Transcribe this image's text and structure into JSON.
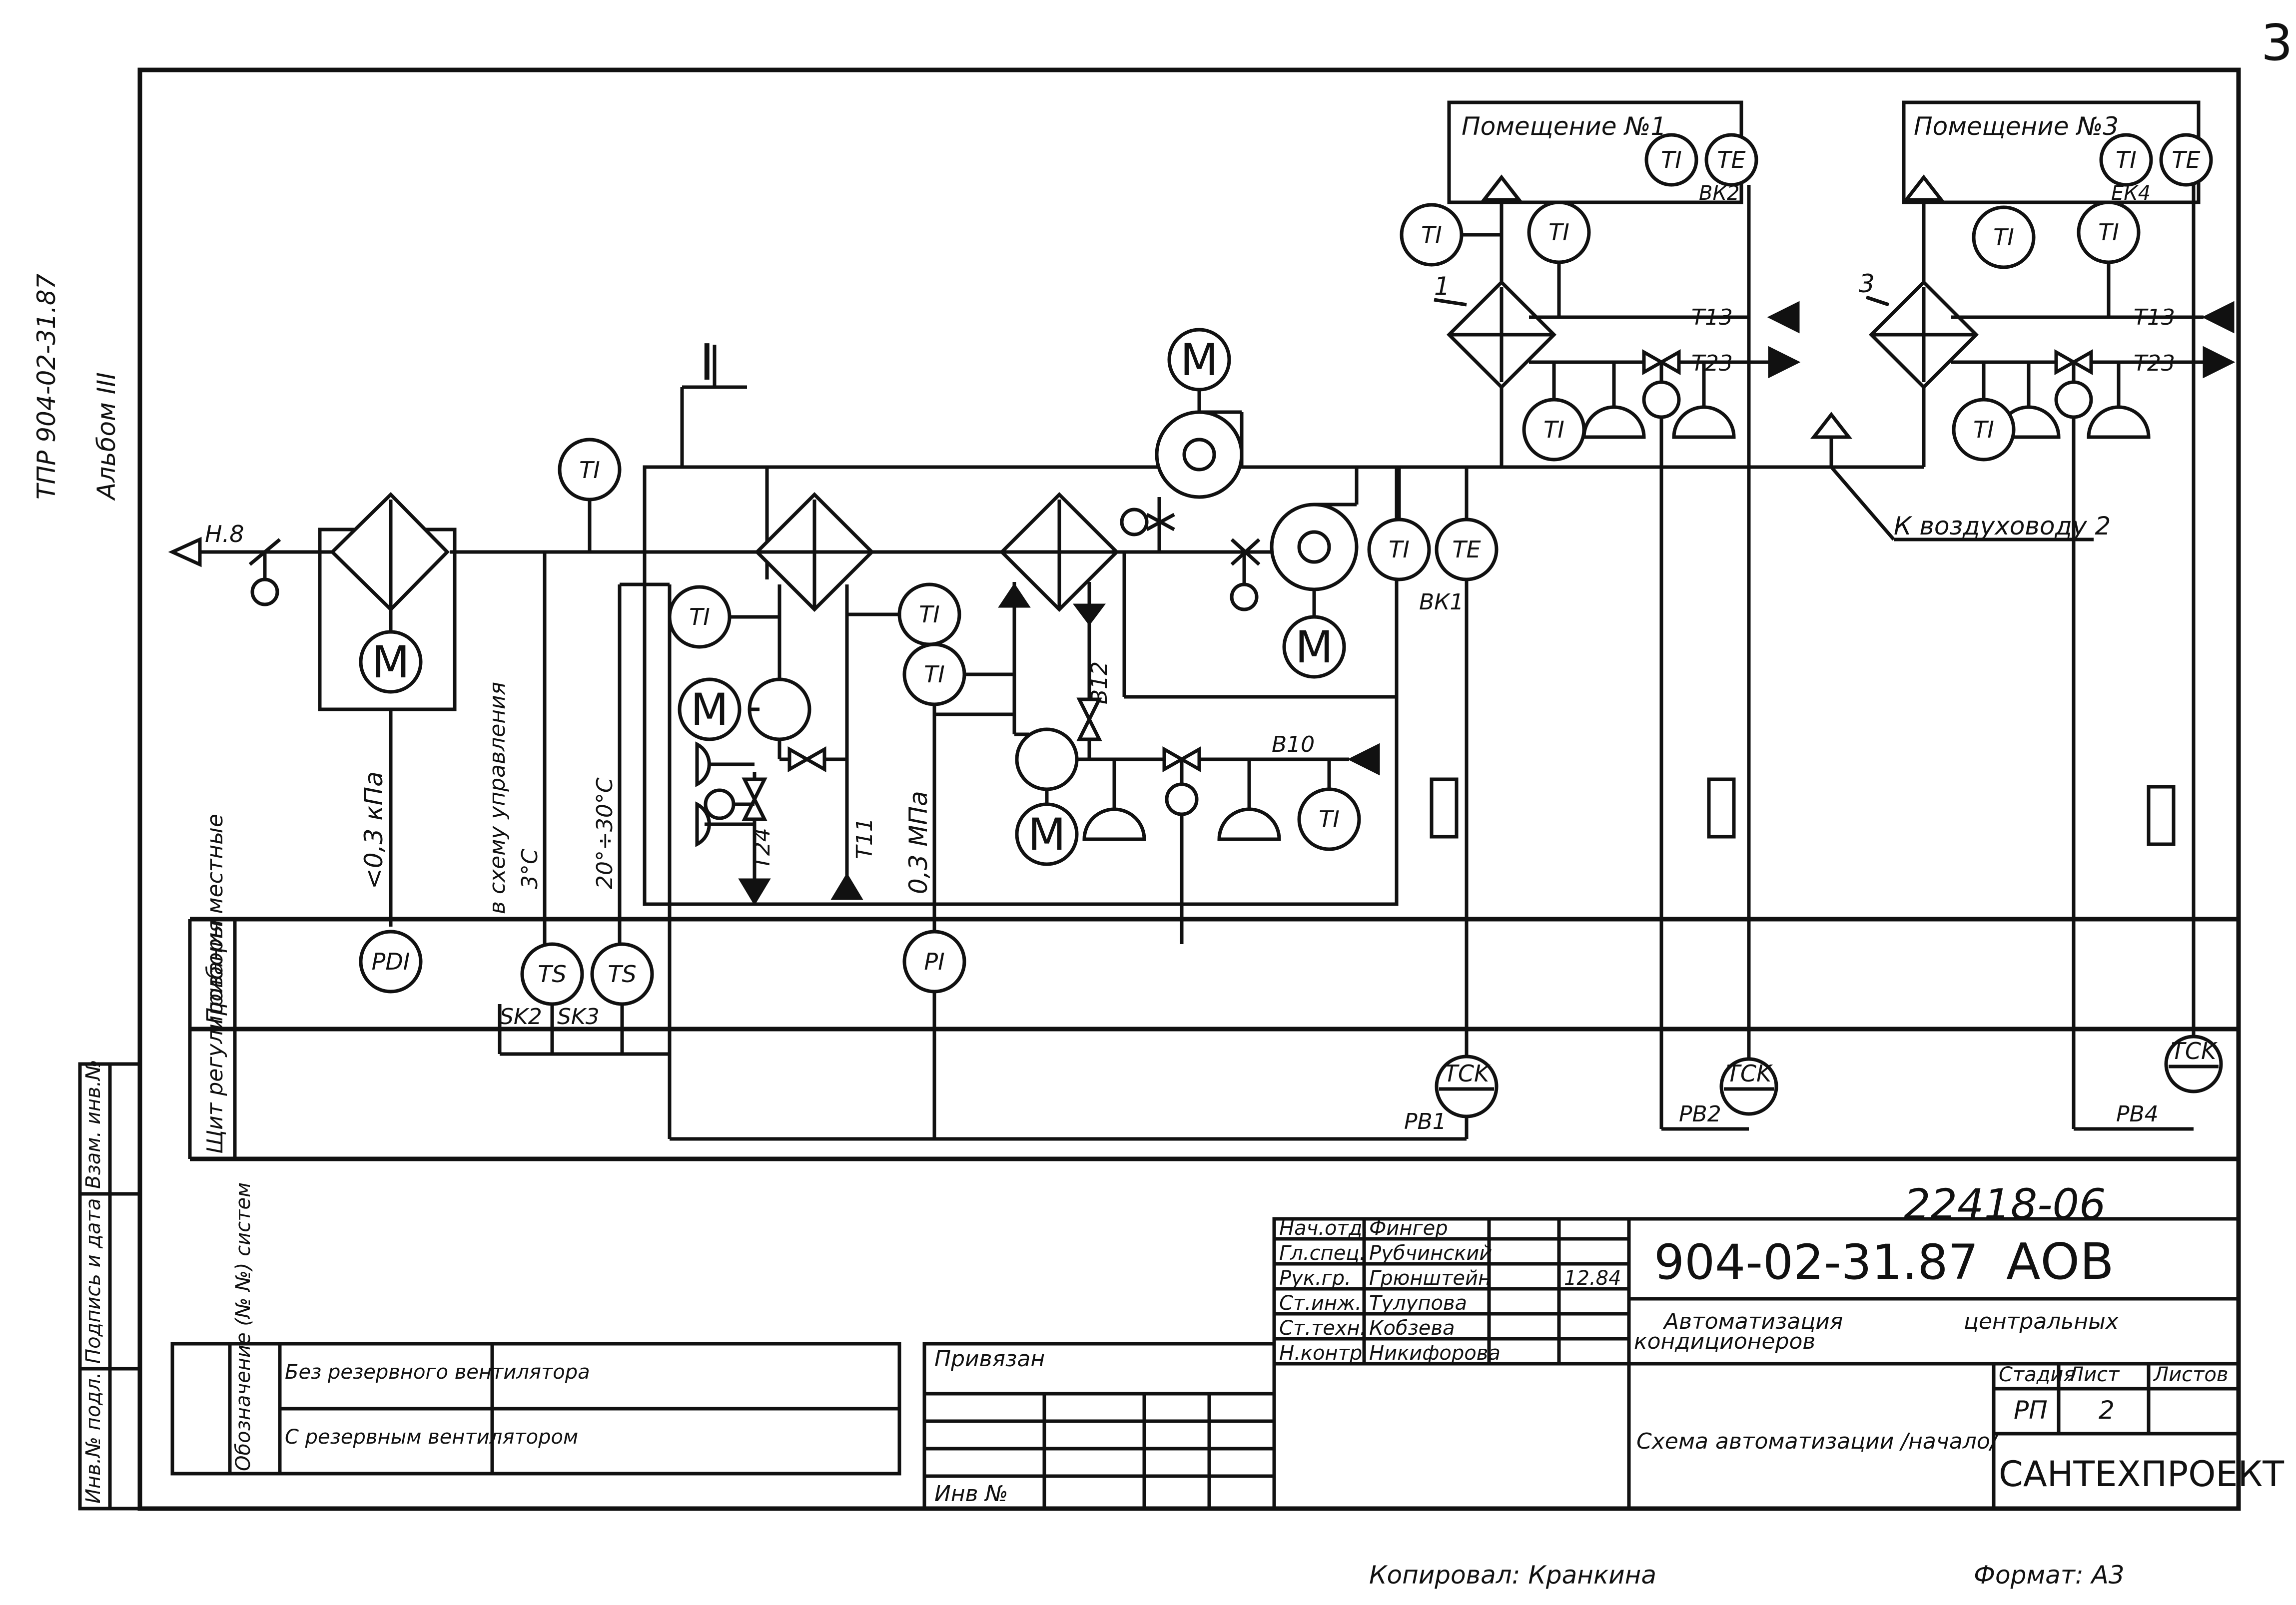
{
  "sheet_number": "3",
  "side_labels": {
    "project_code": "ТПР 904-02-31.87",
    "album": "Альбом III"
  },
  "room_1": {
    "label": "Помещение №1",
    "sensor_code": "ВК2"
  },
  "room_3": {
    "label": "Помещение №3",
    "sensor_code": "ЕК4"
  },
  "instrument_labels": {
    "ti": "TI",
    "te": "TE",
    "pdi": "PDI",
    "ts": "TS",
    "pi": "PI",
    "tck": "TCK",
    "motor": "M"
  },
  "scheme_labels": {
    "section_mark": "I",
    "air_intake": "Н.8",
    "unit_1": "1",
    "unit_3": "3",
    "t13": "Т13",
    "t23": "Т23",
    "to_duct_2": "К воздуховоду 2",
    "bk1": "ВК1",
    "b10": "В10",
    "b12": "В12",
    "t24": "Т24",
    "t11": "Т11",
    "pressure_drop": "<0,3 кПа",
    "to_control_scheme": "в схему управления",
    "set_3c": "3°С",
    "range_20_30": "20°÷30°С",
    "pressure_03": "0,3 МПа",
    "sk2": "SK2",
    "sk3": "SK3",
    "pb1": "РВ1",
    "pb2": "РВ2",
    "pb4": "РВ4"
  },
  "row_labels": {
    "local_devices": "Приборы местные",
    "panel": "Щит регулирования"
  },
  "left_strip": [
    "Инв.№ подл.",
    "Подпись и дата",
    "Взам. инв.№"
  ],
  "doc_number": "22418-06",
  "title_block": {
    "designation": "904-02-31.87",
    "section": "АОВ",
    "title_line_1": "Автоматизация",
    "title_line_2": "центральных",
    "title_line_3": "кондиционеров",
    "sheet_title": "Схема автоматизации /начало/",
    "stage_header": "Стадия",
    "sheet_header": "Лист",
    "sheets_header": "Листов",
    "stage": "РП",
    "sheet": "2",
    "organization": "САНТЕХПРОЕКТ",
    "date_note": "12.84",
    "signers": [
      {
        "role": "Нач.отд.",
        "name": "Фингер"
      },
      {
        "role": "Гл.спец.",
        "name": "Рубчинский"
      },
      {
        "role": "Рук.гр.",
        "name": "Грюнштейн"
      },
      {
        "role": "Ст.инж.",
        "name": "Тулупова"
      },
      {
        "role": "Ст.техн.",
        "name": "Кобзева"
      },
      {
        "role": "Н.контр.",
        "name": "Никифорова"
      }
    ]
  },
  "bottom_table": {
    "header": "Обозначение (№ №) систем",
    "row_1": "Без резервного вентилятора",
    "row_2": "С резервным вентилятором"
  },
  "binding_label": "Привязан",
  "inv_label": "Инв №",
  "copied_by": "Копировал: Кранкина",
  "format": "Формат: А3"
}
